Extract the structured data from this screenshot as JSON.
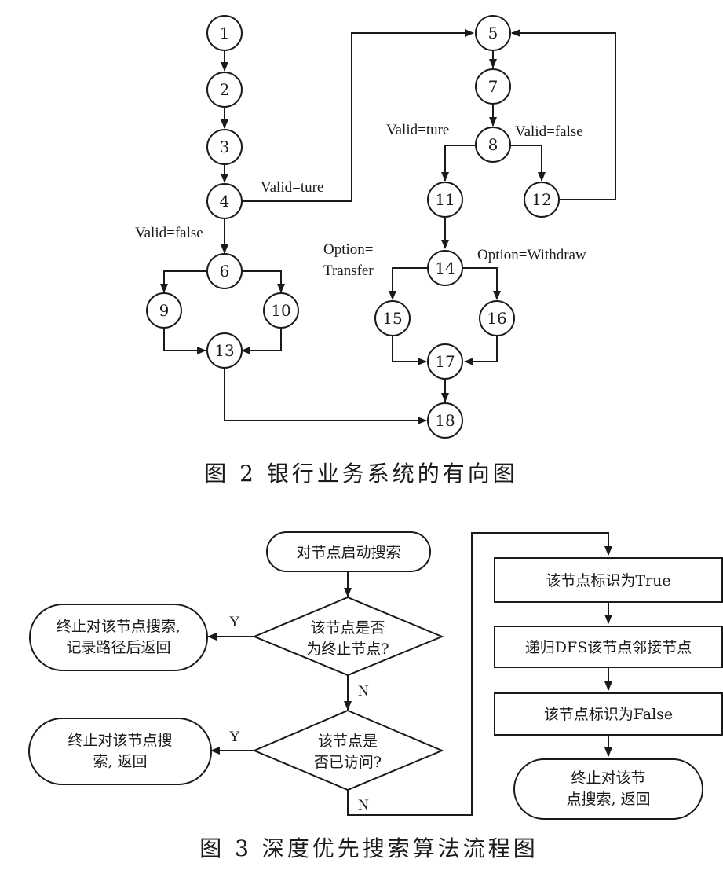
{
  "figure2": {
    "caption": "图 2   银行业务系统的有向图",
    "nodes": [
      {
        "id": "n1",
        "label": "1"
      },
      {
        "id": "n2",
        "label": "2"
      },
      {
        "id": "n3",
        "label": "3"
      },
      {
        "id": "n4",
        "label": "4"
      },
      {
        "id": "n5",
        "label": "5"
      },
      {
        "id": "n6",
        "label": "6"
      },
      {
        "id": "n7",
        "label": "7"
      },
      {
        "id": "n8",
        "label": "8"
      },
      {
        "id": "n9",
        "label": "9"
      },
      {
        "id": "n10",
        "label": "10"
      },
      {
        "id": "n11",
        "label": "11"
      },
      {
        "id": "n12",
        "label": "12"
      },
      {
        "id": "n13",
        "label": "13"
      },
      {
        "id": "n14",
        "label": "14"
      },
      {
        "id": "n15",
        "label": "15"
      },
      {
        "id": "n16",
        "label": "16"
      },
      {
        "id": "n17",
        "label": "17"
      },
      {
        "id": "n18",
        "label": "18"
      }
    ],
    "edge_labels": {
      "valid_true_4": "Valid=ture",
      "valid_false_4": "Valid=false",
      "valid_true_8": "Valid=ture",
      "valid_false_8": "Valid=false",
      "option_transfer_1": "Option=",
      "option_transfer_2": "Transfer",
      "option_withdraw": "Option=Withdraw"
    }
  },
  "figure3": {
    "caption": "图 3   深度优先搜索算法流程图",
    "start": "对节点启动搜索",
    "decision_terminal": [
      "该节点是否",
      "为终止节点?"
    ],
    "terminal_action": [
      "终止对该节点搜索,",
      "记录路径后返回"
    ],
    "decision_visited": [
      "该节点是",
      "否已访问?"
    ],
    "visited_action": [
      "终止对该节点搜",
      "索, 返回"
    ],
    "yes": "Y",
    "no": "N",
    "mark_true": "该节点标识为True",
    "recurse": "递归DFS该节点邻接节点",
    "mark_false": "该节点标识为False",
    "end": [
      "终止对该节",
      "点搜索, 返回"
    ]
  }
}
